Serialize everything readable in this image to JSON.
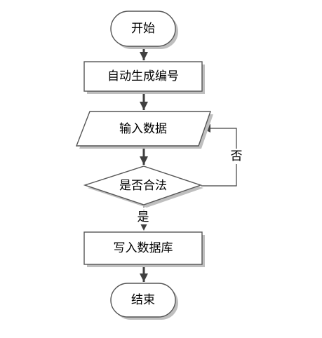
{
  "diagram": {
    "nodes": {
      "start": "开始",
      "generate": "自动生成编号",
      "input": "输入数据",
      "check": "是否合法",
      "write": "写入数据库",
      "end": "结束"
    },
    "edges": {
      "yes": "是",
      "no": "否"
    }
  }
}
